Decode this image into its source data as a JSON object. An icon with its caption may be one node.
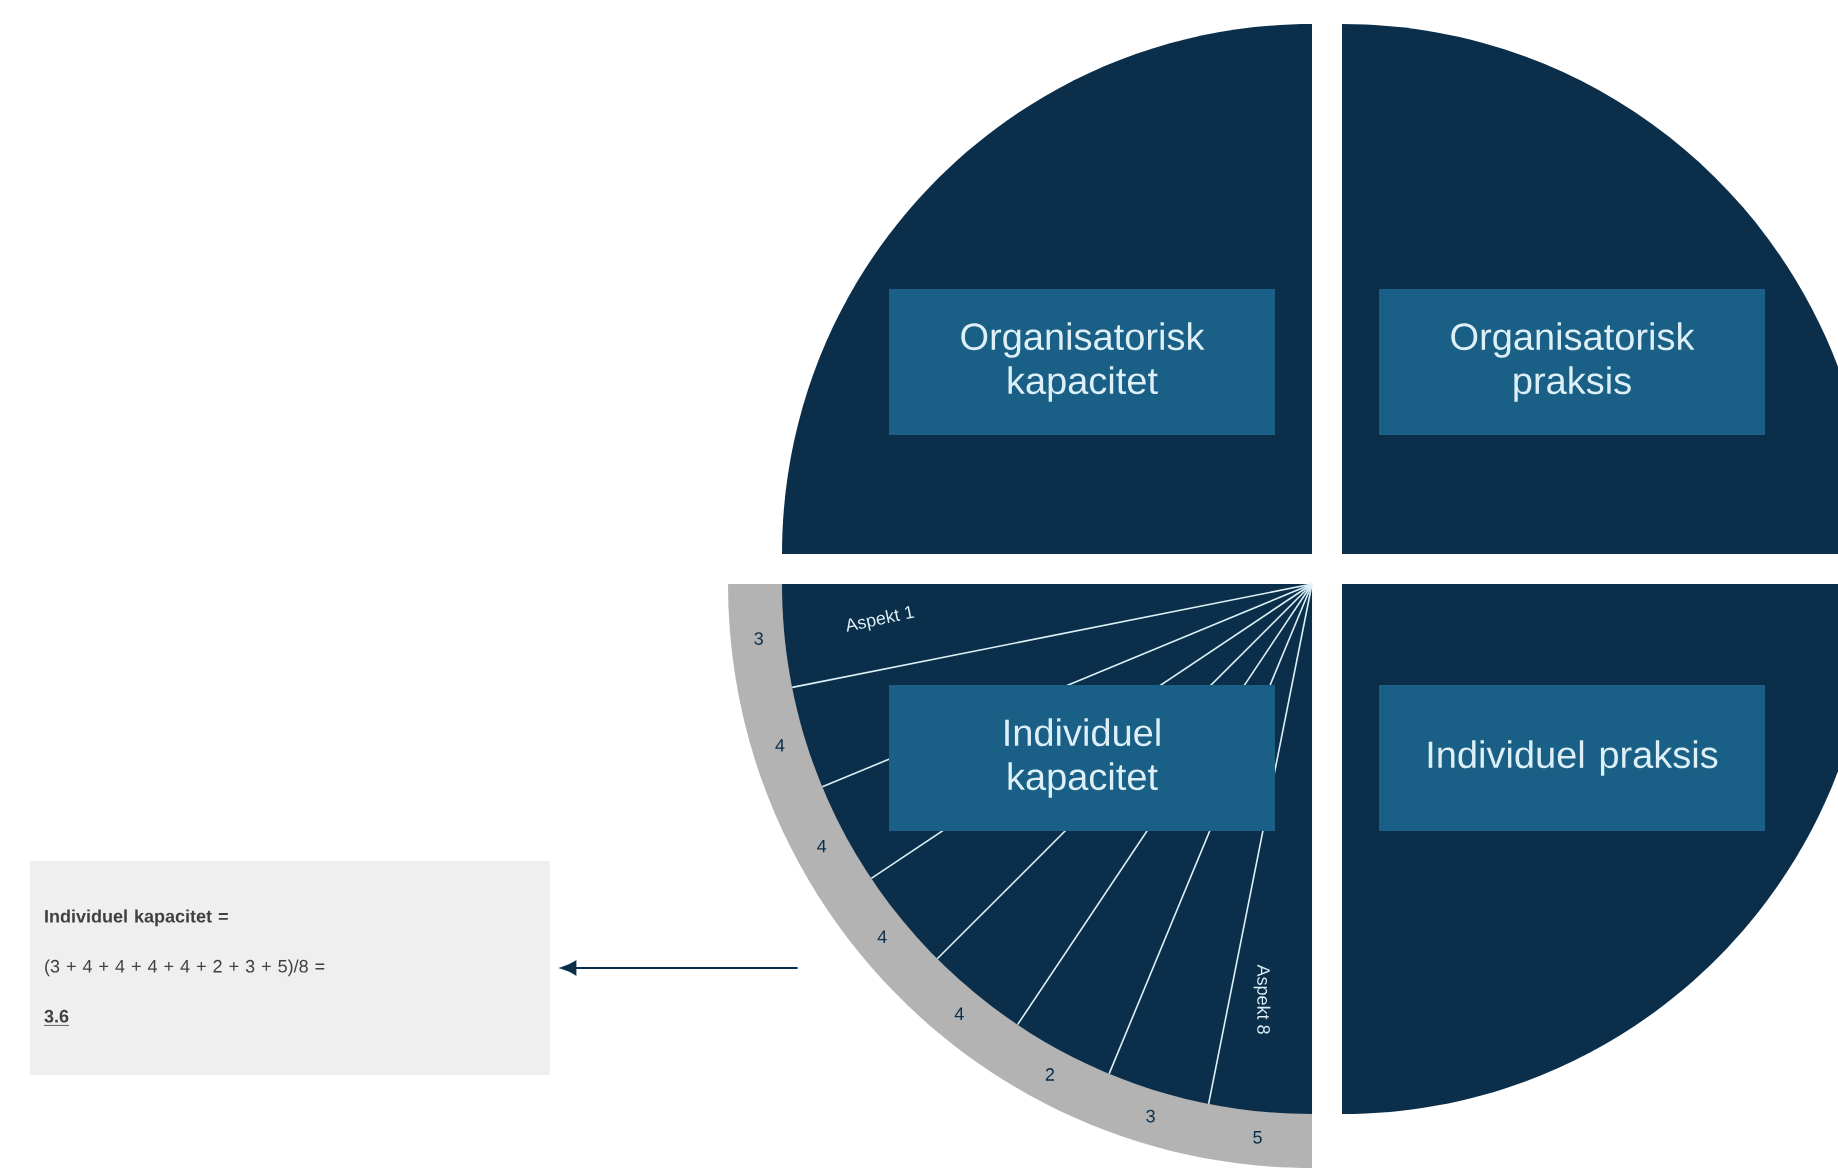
{
  "diagram": {
    "nodes": [
      {
        "text": [],
        "shape": "sector"
      },
      {
        "text": [
          "Organisatorisk kapacitet"
        ],
        "in": 0
      },
      {
        "text": [],
        "shape": "sector"
      },
      {
        "text": [
          "Organisatorisk praksis"
        ],
        "in": 2
      },
      {
        "text": [],
        "shape": "sector"
      },
      {
        "text": [
          "Individuel kapacitet"
        ],
        "in": 4
      },
      {
        "text": [],
        "shape": "sector"
      },
      {
        "text": [
          "Individuel praksis"
        ],
        "in": 6
      },
      {
        "text": [
          "Individuel kapacitet =",
          "(3 + 4 + 4 + 4 + 4 + 2 + 3 + 5)/8 =",
          "3.6"
        ]
      }
    ],
    "edges": [
      {
        "from": 4,
        "to": 8,
        "arrow": "to"
      }
    ],
    "labels": [
      "Aspekt 1",
      "3",
      "4",
      "4",
      "4",
      "4",
      "2",
      "3",
      "5",
      "Aspekt 8"
    ]
  }
}
